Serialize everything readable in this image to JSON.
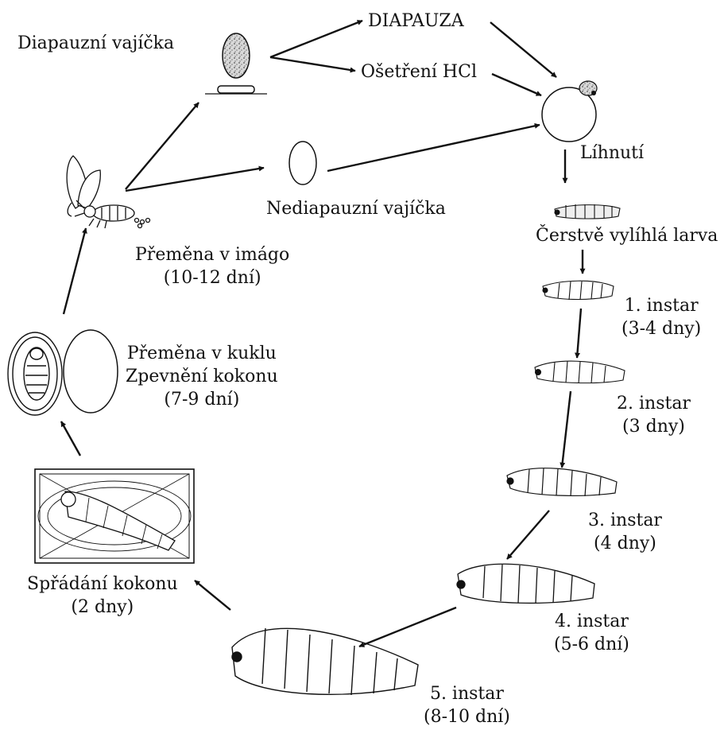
{
  "labels": {
    "diapause_eggs": "Diapauzní vajíčka",
    "diapause": "DIAPAUZA",
    "hcl_treatment": "Ošetření HCl",
    "hatching": "Líhnutí",
    "nondiapause_eggs": "Nediapauzní vajíčka",
    "fresh_larva": "Čerstvě vylíhlá larva",
    "instar1": {
      "name": "1. instar",
      "duration": "(3-4 dny)"
    },
    "instar2": {
      "name": "2. instar",
      "duration": "(3 dny)"
    },
    "instar3": {
      "name": "3. instar",
      "duration": "(4 dny)"
    },
    "instar4": {
      "name": "4. instar",
      "duration": "(5-6 dní)"
    },
    "instar5": {
      "name": "5. instar",
      "duration": "(8-10 dní)"
    },
    "spinning": {
      "name": "Spřádání kokonu",
      "duration": "(2 dny)"
    },
    "pupation": {
      "line1": "Přeměna v kuklu",
      "line2": "Zpevnění kokonu",
      "duration": "(7-9 dní)"
    },
    "imago": {
      "name": "Přeměna v imágo",
      "duration": "(10-12 dní)"
    }
  },
  "colors": {
    "ink": "#111111",
    "paper": "#ffffff"
  }
}
